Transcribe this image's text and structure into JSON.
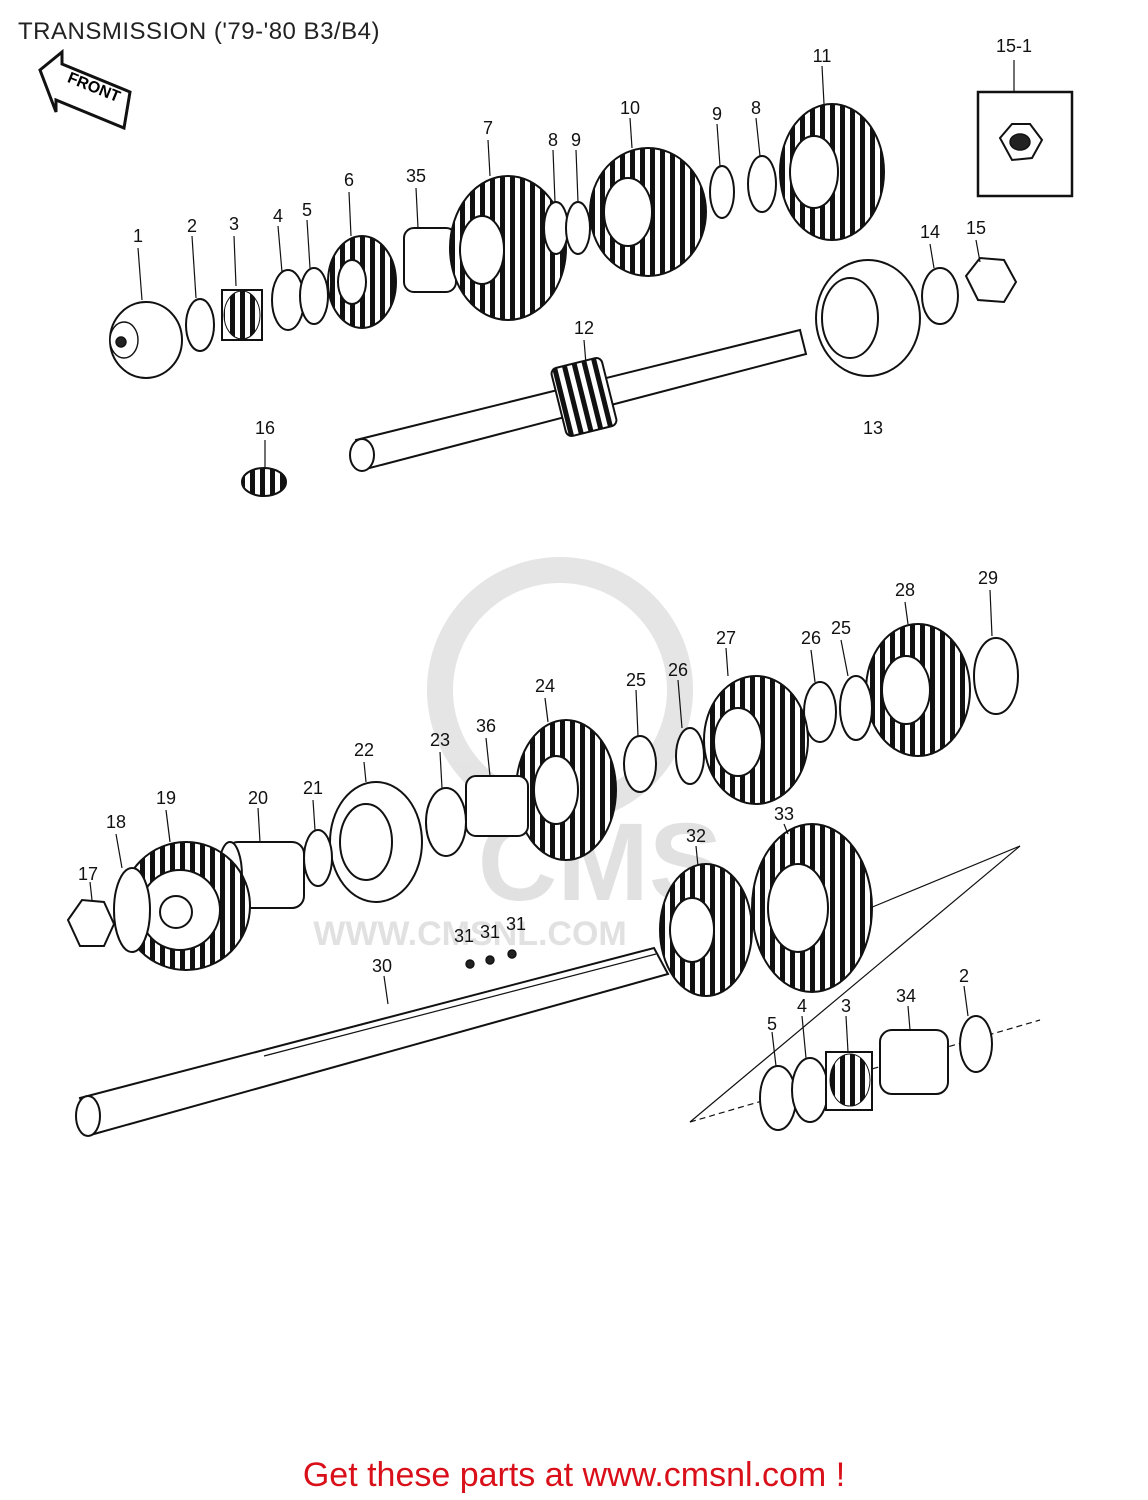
{
  "title": "TRANSMISSION ('79-'80 B3/B4)",
  "front_arrow_label": "FRONT",
  "inset_label": "15-1",
  "watermark": {
    "text": "CMS",
    "url": "WWW.CMSNL.COM"
  },
  "callouts": {
    "c1": "1",
    "c2": "2",
    "c3": "3",
    "c4": "4",
    "c5": "5",
    "c6": "6",
    "c35": "35",
    "c7": "7",
    "c8a": "8",
    "c9a": "9",
    "c10": "10",
    "c9b": "9",
    "c8b": "8",
    "c11": "11",
    "c14": "14",
    "c15": "15",
    "c12": "12",
    "c13": "13",
    "c16": "16",
    "c29": "29",
    "c28": "28",
    "c25a": "25",
    "c26a": "26",
    "c27": "27",
    "c26b": "26",
    "c25b": "25",
    "c24": "24",
    "c36": "36",
    "c23": "23",
    "c22": "22",
    "c21": "21",
    "c20": "20",
    "c19": "19",
    "c18": "18",
    "c17": "17",
    "c33": "33",
    "c32": "32",
    "c31a": "31",
    "c31b": "31",
    "c31c": "31",
    "c30": "30",
    "c34": "34",
    "c2b": "2",
    "c3b": "3",
    "c4b": "4",
    "c5b": "5"
  },
  "promo_text": "Get these parts at www.cmsnl.com !"
}
